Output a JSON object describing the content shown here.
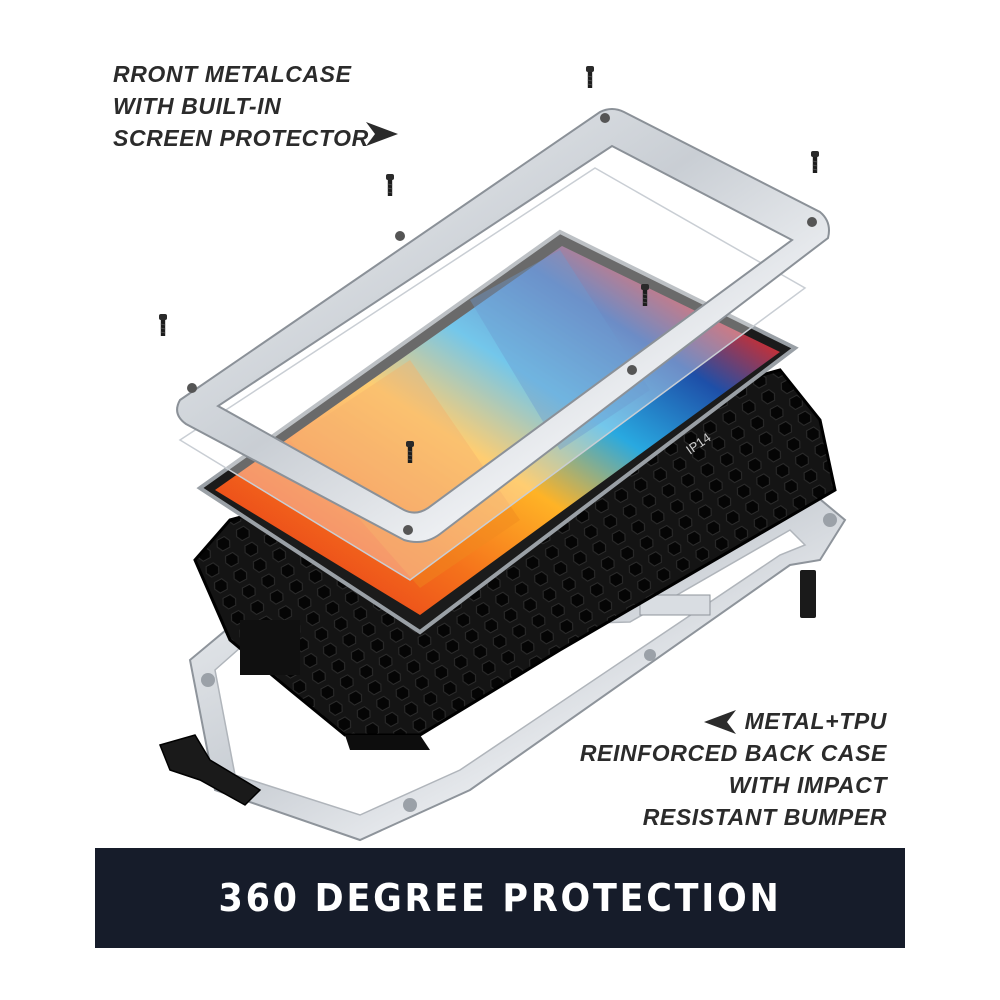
{
  "front_callout": {
    "lines": [
      "RRONT METALCASE",
      "WITH BUILT-IN",
      "SCREEN PROTECTOR"
    ],
    "arrow_icon": "arrow-right-icon"
  },
  "back_callout": {
    "lines": [
      "METAL+TPU",
      "REINFORCED BACK CASE",
      "WITH IMPACT",
      "RESISTANT BUMPER"
    ],
    "arrow_icon": "arrow-left-icon"
  },
  "phone_label": "IP14",
  "banner": {
    "text": "360 DEGREE PROTECTION"
  },
  "colors": {
    "banner_bg": "#161c2a",
    "banner_text": "#ffffff",
    "callout_text": "#2b2b2b",
    "frame_silver": "#d9dde2",
    "case_black": "#141414"
  }
}
